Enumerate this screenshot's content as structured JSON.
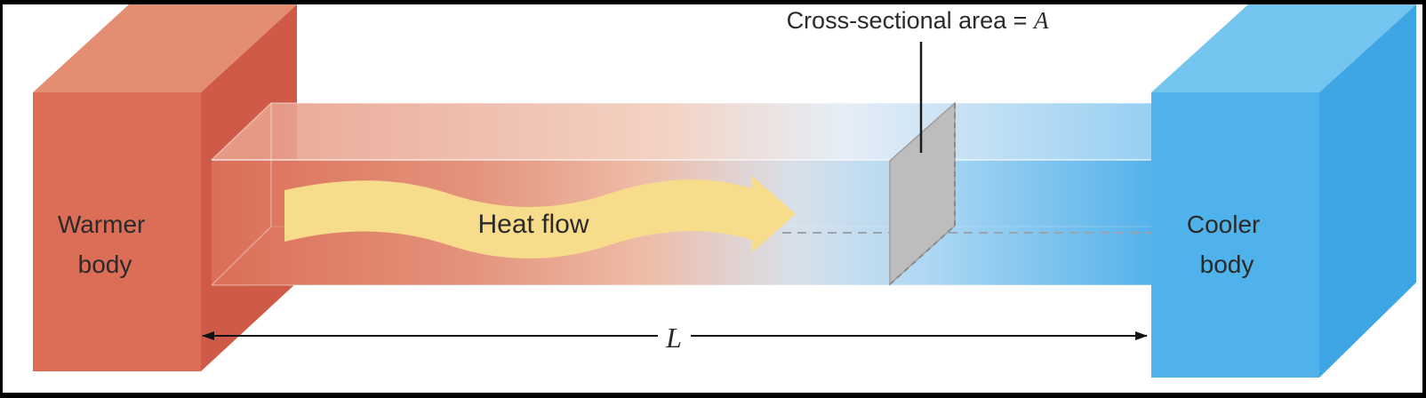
{
  "labels": {
    "warm_line1": "Warmer",
    "warm_line2": "body",
    "cool_line1": "Cooler",
    "cool_line2": "body",
    "heat_flow": "Heat flow",
    "area_text": "Cross-sectional area = ",
    "area_var": "A",
    "length_var": "L"
  },
  "colors": {
    "warm_front": "#dc6e58",
    "warm_side": "#cf5a47",
    "warm_top": "#e38d72",
    "cool_front": "#4fb2ea",
    "cool_side": "#3ea6e4",
    "cool_top": "#74c4f0",
    "heat_arrow": "#f7dc8c",
    "cross_section": "#bdbdbd",
    "background": "#ffffff"
  }
}
